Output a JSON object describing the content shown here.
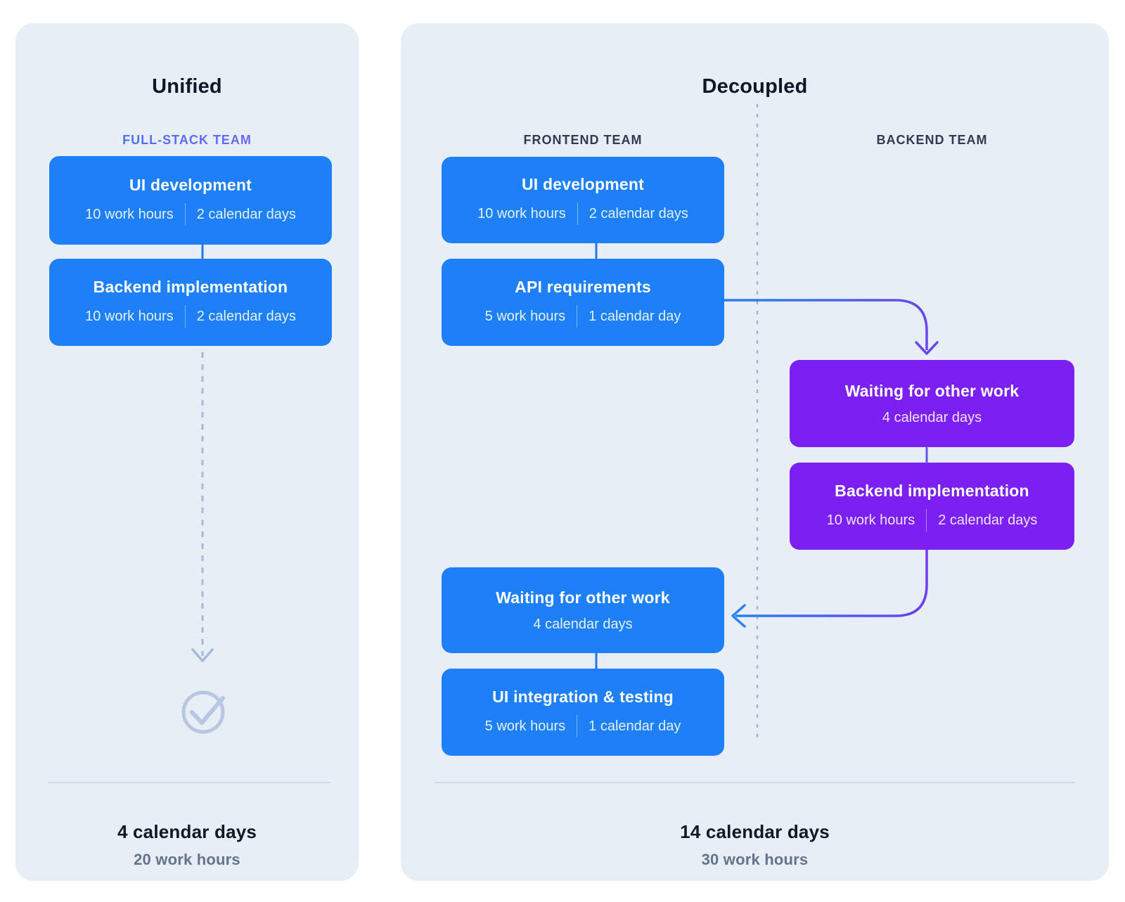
{
  "unified": {
    "title": "Unified",
    "team_label": "FULL-STACK TEAM",
    "boxes": [
      {
        "title": "UI development",
        "stat_left": "10 work hours",
        "stat_right": "2 calendar days"
      },
      {
        "title": "Backend implementation",
        "stat_left": "10 work hours",
        "stat_right": "2 calendar days"
      }
    ],
    "total_days": "4 calendar days",
    "total_hours": "20 work hours"
  },
  "decoupled": {
    "title": "Decoupled",
    "frontend_label": "FRONTEND TEAM",
    "backend_label": "BACKEND TEAM",
    "frontend_boxes": [
      {
        "title": "UI development",
        "stat_left": "10 work hours",
        "stat_right": "2 calendar days"
      },
      {
        "title": "API requirements",
        "stat_left": "5 work hours",
        "stat_right": "1 calendar day"
      },
      {
        "title": "Waiting for other work",
        "stat_single": "4 calendar days"
      },
      {
        "title": "UI integration & testing",
        "stat_left": "5 work hours",
        "stat_right": "1 calendar day"
      }
    ],
    "backend_boxes": [
      {
        "title": "Waiting for other work",
        "stat_single": "4 calendar days"
      },
      {
        "title": "Backend implementation",
        "stat_left": "10 work hours",
        "stat_right": "2 calendar days"
      }
    ],
    "total_days": "14 calendar days",
    "total_hours": "30 work hours"
  },
  "colors": {
    "panel_background": "#e8eef6",
    "task_blue": "#1e80f7",
    "wait_purple": "#7c1ff2",
    "gradient_label_start": "#2a7bf6",
    "gradient_label_end": "#8b5cf6",
    "connector_blue": "#2577ef",
    "connector_violet": "#6156e8",
    "arrow_gradient_start": "#2282f7",
    "arrow_gradient_end": "#6b46ee",
    "muted_flow": "#a5bad8",
    "check_icon": "#b7c7e1",
    "divider": "#ccd9eb",
    "heading_text": "#0e1726",
    "team_text": "#2f3b52",
    "muted_text": "#64748b"
  }
}
